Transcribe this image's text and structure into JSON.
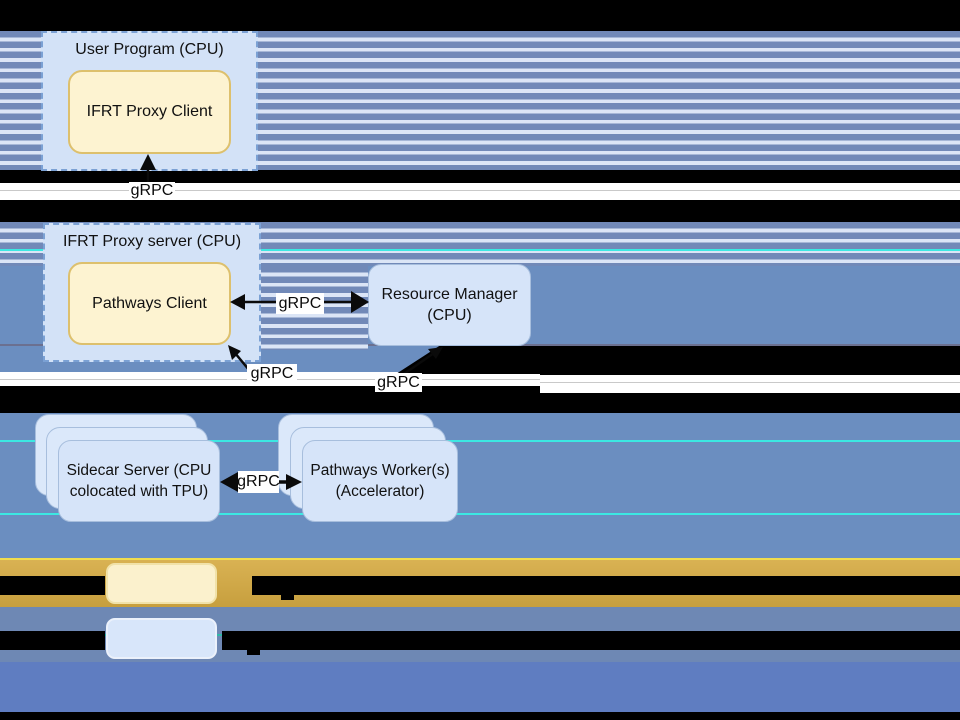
{
  "nodes": {
    "user_program": {
      "label": "User Program (CPU)"
    },
    "ifrt_proxy_client": {
      "label": "IFRT Proxy Client"
    },
    "ifrt_proxy_server": {
      "label": "IFRT Proxy server (CPU)"
    },
    "pathways_client": {
      "label": "Pathways Client"
    },
    "resource_manager": {
      "line1": "Resource Manager",
      "line2": "(CPU)"
    },
    "sidecar_server": {
      "line1": "Sidecar Server (CPU",
      "line2": "colocated with TPU)"
    },
    "pathways_workers": {
      "line1": "Pathways Worker(s)",
      "line2": "(Accelerator)"
    }
  },
  "edges": {
    "client_to_proxy": {
      "label": "gRPC"
    },
    "rm_to_pathways_client": {
      "label": "gRPC"
    },
    "sidecar_to_pathways_client": {
      "label": "gRPC"
    },
    "workers_to_resource_manager": {
      "label": "gRPC"
    },
    "sidecar_to_workers": {
      "label": "gRPC"
    }
  },
  "legend": {
    "rows": [
      {
        "swatch": "yellow",
        "swatch_color": "#fbf1cd",
        "label_redacted": true
      },
      {
        "swatch": "blue",
        "swatch_color": "#d8e6fa",
        "label_redacted": true
      }
    ]
  },
  "colors": {
    "stripe_blue": "#7189b8",
    "stripe_light": "#dbe5f6",
    "steel_blue": "#6b8ec0",
    "royal_blue": "#5f7dc1",
    "gold_band": "#d0a945",
    "slate_band": "#6e88b4",
    "container_fill": "#d3e2f7",
    "container_border": "#7ba1d4",
    "yellow_node_fill": "#fdf3d1",
    "yellow_node_border": "#ddc06d",
    "blue_node_fill": "#d6e4f9",
    "blue_node_border": "#a7bedd",
    "cyan_glitch": "#3ce8e2"
  }
}
